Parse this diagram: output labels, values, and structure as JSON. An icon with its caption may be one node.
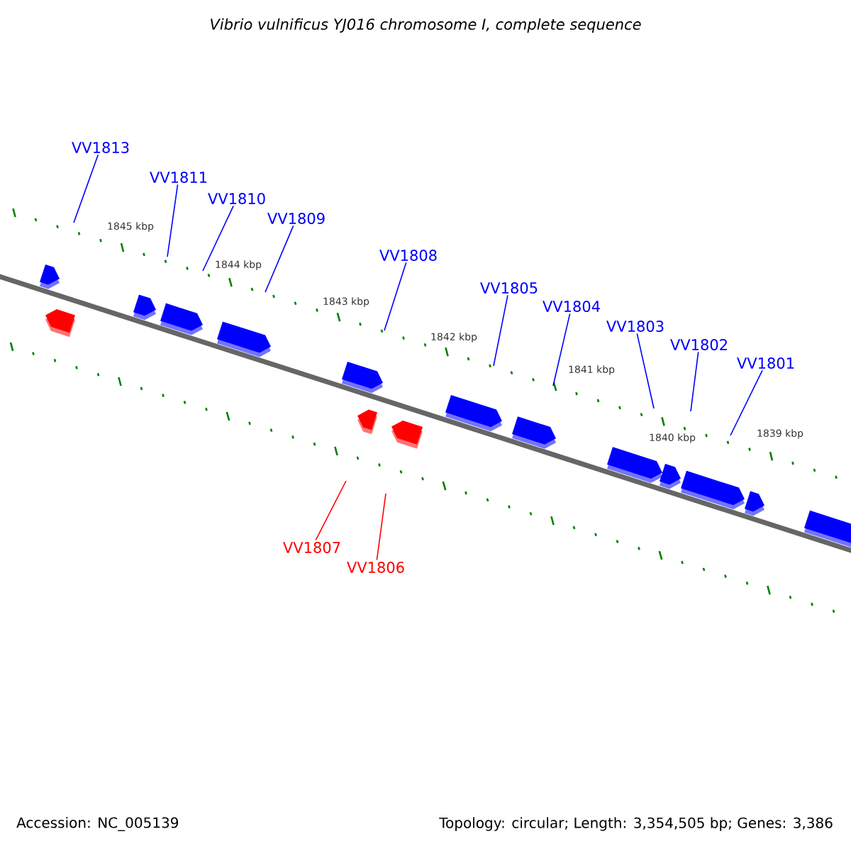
{
  "diagram": {
    "title": "Vibrio vulnificus YJ016 chromosome I, complete sequence",
    "nodes": [
      {
        "text": [
          "VV1813"
        ]
      },
      {
        "text": [
          "VV1811"
        ]
      },
      {
        "text": [
          "VV1810"
        ]
      },
      {
        "text": [
          "VV1809"
        ]
      },
      {
        "text": [
          "VV1808"
        ]
      },
      {
        "text": [
          "VV1805"
        ]
      },
      {
        "text": [
          "VV1804"
        ]
      },
      {
        "text": [
          "VV1803"
        ]
      },
      {
        "text": [
          "VV1802"
        ]
      },
      {
        "text": [
          "VV1801"
        ]
      },
      {
        "text": [
          "VV1807"
        ]
      },
      {
        "text": [
          "VV1806"
        ]
      }
    ],
    "edges": [
      {
        "from": 0,
        "to": null,
        "arrow": "none"
      },
      {
        "from": 1,
        "to": null,
        "arrow": "none"
      },
      {
        "from": 2,
        "to": null,
        "arrow": "none"
      },
      {
        "from": 3,
        "to": null,
        "arrow": "none"
      },
      {
        "from": 4,
        "to": null,
        "arrow": "none"
      },
      {
        "from": 5,
        "to": null,
        "arrow": "none"
      },
      {
        "from": 6,
        "to": null,
        "arrow": "none"
      },
      {
        "from": 7,
        "to": null,
        "arrow": "none"
      },
      {
        "from": 8,
        "to": null,
        "arrow": "none"
      },
      {
        "from": 9,
        "to": null,
        "arrow": "none"
      },
      {
        "from": 10,
        "to": null,
        "arrow": "none",
        "color": "#ff0000"
      },
      {
        "from": 11,
        "to": null,
        "arrow": "none",
        "color": "#ff0000"
      }
    ],
    "labels": [
      "1845 kbp",
      "1844 kbp",
      "1843 kbp",
      "1842 kbp",
      "1841 kbp",
      "1840 kbp",
      "1839 kbp",
      "Accession: NC_005139",
      "Topology: circular; Length: 3,354,505 bp; Genes: 3,386"
    ]
  }
}
